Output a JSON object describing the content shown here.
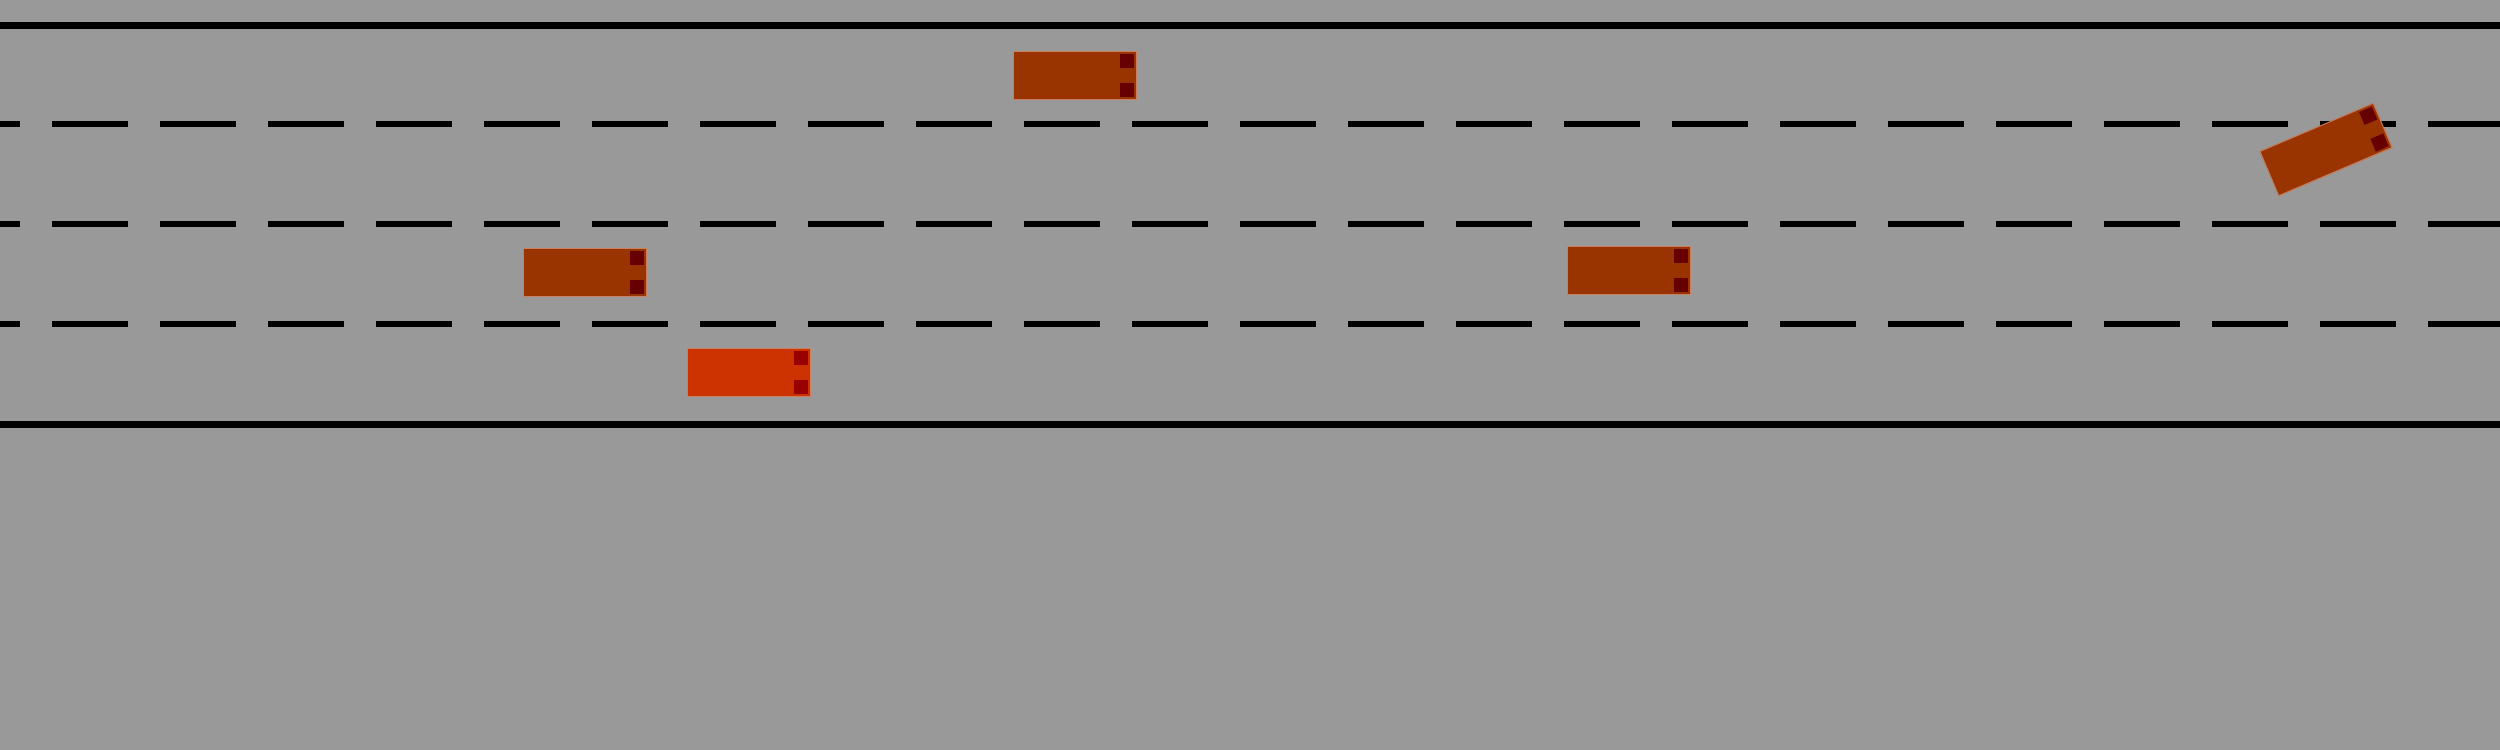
{
  "scene": {
    "type": "highway-driving-simulation",
    "road_color": "#999999",
    "line_color": "#000000",
    "lane_count": 4,
    "lane_marking_style": "dashed"
  },
  "vehicles": [
    {
      "id": "vehicle-lane1-a",
      "role": "other",
      "body_color": "#993300",
      "light_color": "#660000",
      "heading": "right"
    },
    {
      "id": "vehicle-lane2-a",
      "role": "other",
      "body_color": "#993300",
      "light_color": "#660000",
      "heading": "up-right"
    },
    {
      "id": "vehicle-lane3-a",
      "role": "other",
      "body_color": "#993300",
      "light_color": "#660000",
      "heading": "right"
    },
    {
      "id": "vehicle-lane3-b",
      "role": "other",
      "body_color": "#993300",
      "light_color": "#660000",
      "heading": "right"
    },
    {
      "id": "vehicle-ego",
      "role": "ego",
      "body_color": "#cc3300",
      "light_color": "#990000",
      "heading": "right"
    }
  ]
}
